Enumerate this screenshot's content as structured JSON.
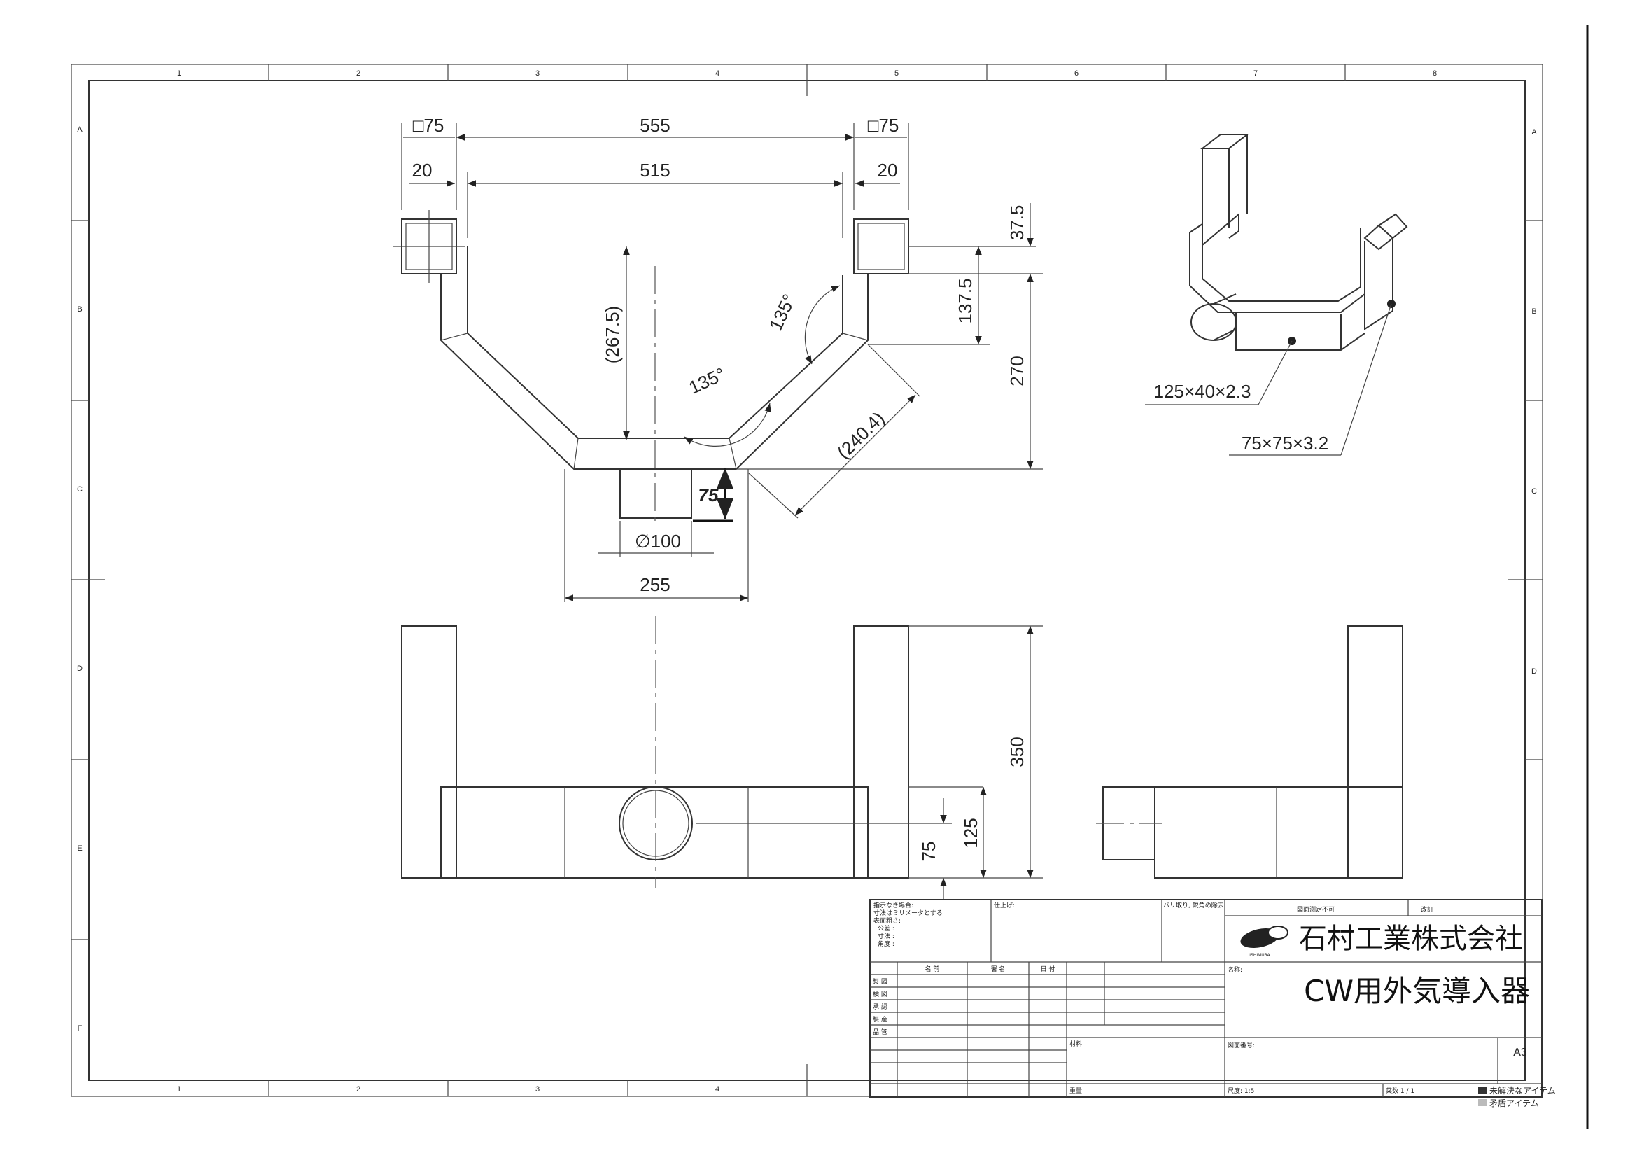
{
  "frame": {
    "col_labels": [
      "1",
      "2",
      "3",
      "4",
      "5",
      "6",
      "7",
      "8"
    ],
    "col_labels_bottom": [
      "1",
      "2",
      "3",
      "4"
    ],
    "row_labels": [
      "A",
      "B",
      "C",
      "D",
      "E",
      "F"
    ]
  },
  "top_view": {
    "dims": {
      "sq_left": "□75",
      "overall": "555",
      "sq_right": "□75",
      "off_left": "20",
      "inner": "515",
      "off_right": "20",
      "top_offset": "37.5",
      "depth_ref": "(267.5)",
      "right_step": "137.5",
      "angle_right": "135°",
      "angle_center": "135°",
      "total_depth": "270",
      "diag_len": "(240.4)",
      "pipe_len": "75",
      "pipe_dia": "∅100",
      "base_width": "255"
    }
  },
  "front_view": {
    "dims": {
      "height": "350",
      "mid": "125",
      "low": "75"
    }
  },
  "iso_view": {
    "callouts": [
      "125×40×2.3",
      "75×75×3.2"
    ]
  },
  "title_block": {
    "notes": [
      "指示なき場合:",
      "寸法はミリメータとする",
      "表面粗さ:",
      "公差 :",
      "寸法 :",
      "角度 :"
    ],
    "finish_label": "仕上げ:",
    "deburr_label": "バリ取り, 鋭角の除去",
    "no_scale": "図面測定不可",
    "revision_label": "改訂",
    "company": "石村工業株式会社",
    "logo_text": "ISHIMURA",
    "name_label": "名称:",
    "drawing_title": "CW用外気導入器",
    "col_headers": [
      "名 前",
      "署 名",
      "日 付"
    ],
    "roles": [
      "製 図",
      "検 図",
      "承 認",
      "製 産",
      "品 管"
    ],
    "material_label": "材料:",
    "drawing_no_label": "図面番号:",
    "size": "A3",
    "weight_label": "重量:",
    "scale": "尺度: 1:5",
    "sheet": "葉数 1 / 1"
  },
  "legend": [
    "未解決なアイテム",
    "矛盾アイテム"
  ]
}
